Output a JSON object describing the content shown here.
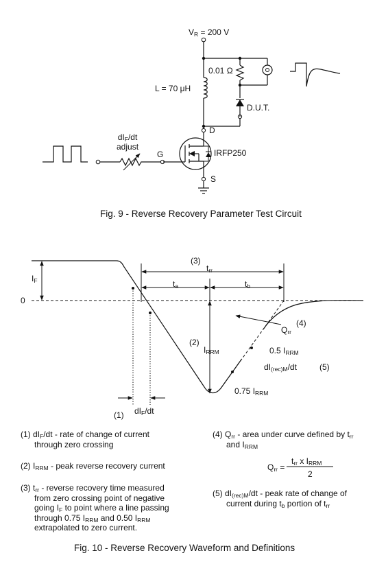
{
  "fig9": {
    "vr_symbol": "V",
    "vr_sub": "R",
    "vr_value": " = 200 V",
    "shunt": "0.01 Ω",
    "inductor": "L = 70 μH",
    "dut": "D.U.T.",
    "drain": "D",
    "gate": "G",
    "source": "S",
    "mosfet": "IRFP250",
    "didt_a": "dI",
    "didt_sub": "F",
    "didt_b": "/dt",
    "adjust": "adjust",
    "caption": "Fig. 9 - Reverse Recovery Parameter Test Circuit"
  },
  "fig10": {
    "n3": "(3)",
    "trr": "t",
    "trr_sub": "rr",
    "ta": "t",
    "ta_sub": "a",
    "tb": "t",
    "tb_sub": "b",
    "if": "I",
    "if_sub": "F",
    "zero": "0",
    "n2": "(2)",
    "irrm": "I",
    "irrm_sub": "RRM",
    "qrr": "Q",
    "qrr_sub": "rr",
    "n4": "(4)",
    "half": "0.5 I",
    "half_sub": "RRM",
    "didt_rec_a": "dI",
    "didt_rec_sub": "(rec)M",
    "didt_rec_b": "/dt",
    "n5": "(5)",
    "three_q": "0.75 I",
    "three_q_sub": "RRM",
    "n1": "(1)",
    "didt_a": "dI",
    "didt_sub": "F",
    "didt_b": "/dt",
    "caption": "Fig. 10 - Reverse Recovery Waveform and Definitions"
  },
  "defs": {
    "d1_a": "(1) dI",
    "d1_sub": "F",
    "d1_b": "/dt - rate of change of current",
    "d1_line2": "through zero crossing",
    "d2_a": "(2) I",
    "d2_sub": "RRM",
    "d2_b": " - peak reverse recovery current",
    "d3_a": "(3) t",
    "d3_sub": "rr",
    "d3_b": " - reverse recovery time measured",
    "d3_line2": "from zero crossing point of negative",
    "d3_line3_a": "going I",
    "d3_line3_sub": "F",
    "d3_line3_b": " to point where a line passing",
    "d3_line4_a": "through 0.75 I",
    "d3_line4_sub1": "RRM",
    "d3_line4_b": " and 0.50 I",
    "d3_line4_sub2": "RRM",
    "d3_line5": "extrapolated to zero current.",
    "d4_a": "(4) Q",
    "d4_sub": "rr",
    "d4_b": " - area under curve defined by t",
    "d4_sub2": "rr",
    "d4_line2_a": "and I",
    "d4_line2_sub": "RRM",
    "eq_lhs": "Q",
    "eq_lhs_sub": "rr",
    "eq_eq": " = ",
    "eq_num_a": "t",
    "eq_num_sub1": "rr",
    "eq_num_b": " x I",
    "eq_num_sub2": "RRM",
    "eq_den": "2",
    "d5_a": "(5) dI",
    "d5_sub": "(rec)M",
    "d5_b": "/dt - peak rate of change of",
    "d5_line2_a": "current during t",
    "d5_line2_sub": "b",
    "d5_line2_b": " portion of t",
    "d5_line2_sub2": "rr"
  }
}
